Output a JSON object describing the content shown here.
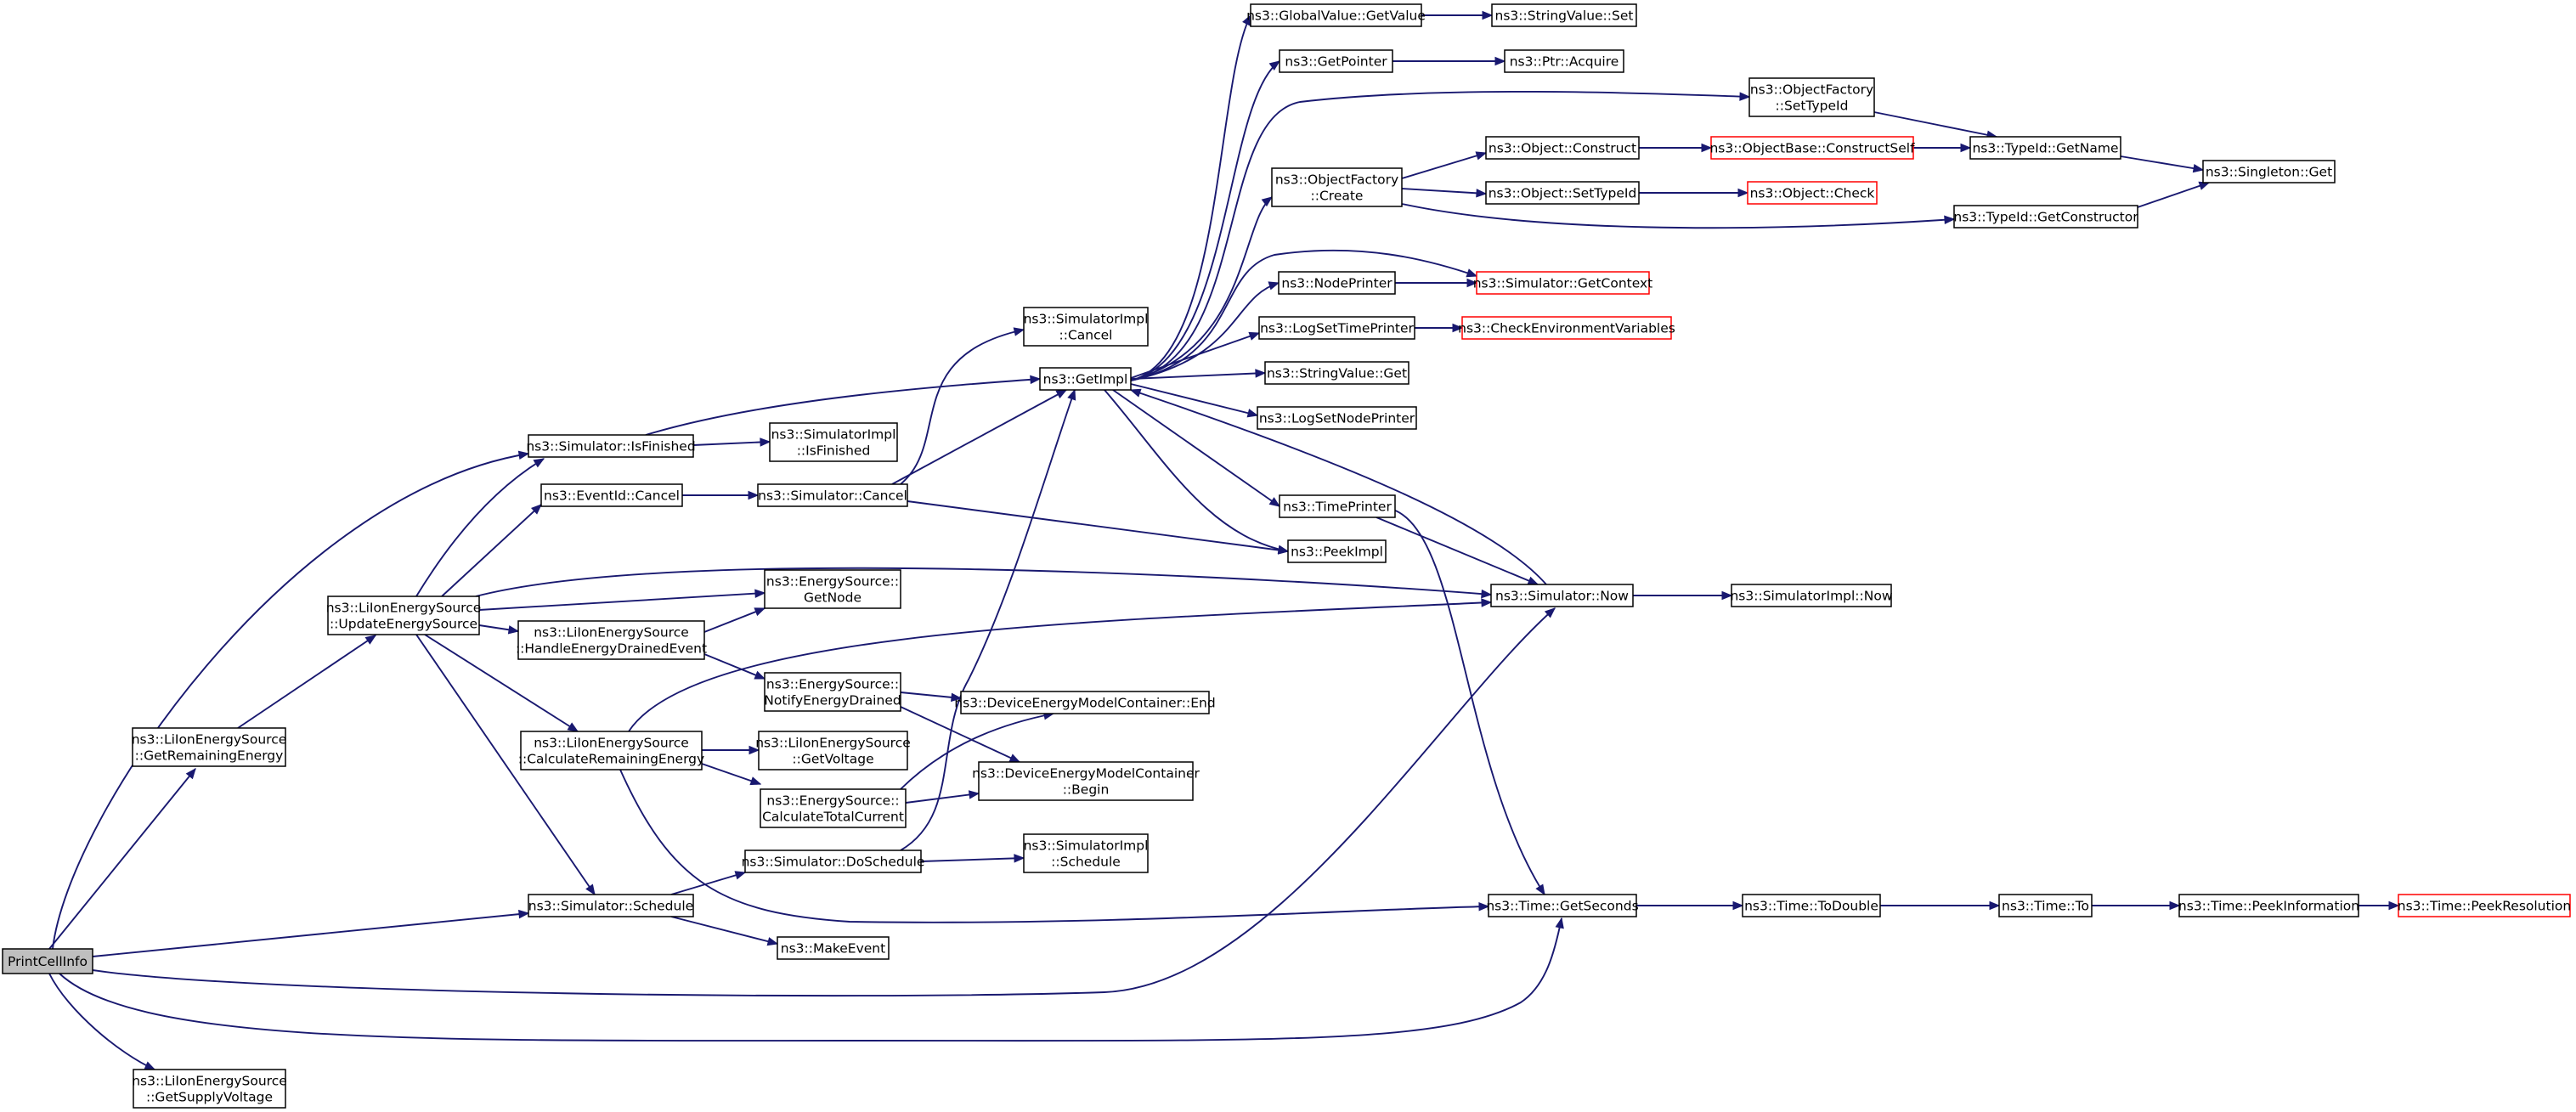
{
  "nodes": {
    "n_print": [
      "PrintCellInfo"
    ],
    "n_getrem": [
      "ns3::LiIonEnergySource",
      "::GetRemainingEnergy"
    ],
    "n_getsup": [
      "ns3::LiIonEnergySource",
      "::GetSupplyVoltage"
    ],
    "n_update": [
      "ns3::LiIonEnergySource",
      "::UpdateEnergySource"
    ],
    "n_isfin": [
      "ns3::Simulator::IsFinished"
    ],
    "n_evcancel": [
      "ns3::EventId::Cancel"
    ],
    "n_handle": [
      "ns3::LiIonEnergySource",
      "::HandleEnergyDrainedEvent"
    ],
    "n_calcrem": [
      "ns3::LiIonEnergySource",
      "::CalculateRemainingEnergy"
    ],
    "n_schedule": [
      "ns3::Simulator::Schedule"
    ],
    "n_siisfin": [
      "ns3::SimulatorImpl",
      "::IsFinished"
    ],
    "n_simcancel": [
      "ns3::Simulator::Cancel"
    ],
    "n_getnode": [
      "ns3::EnergySource::",
      "GetNode"
    ],
    "n_notify": [
      "ns3::EnergySource::",
      "NotifyEnergyDrained"
    ],
    "n_getvolt": [
      "ns3::LiIonEnergySource",
      "::GetVoltage"
    ],
    "n_calctot": [
      "ns3::EnergySource::",
      "CalculateTotalCurrent"
    ],
    "n_dosched": [
      "ns3::Simulator::DoSchedule"
    ],
    "n_makeev": [
      "ns3::MakeEvent"
    ],
    "n_sicancel": [
      "ns3::SimulatorImpl",
      "::Cancel"
    ],
    "n_getimpl": [
      "ns3::GetImpl"
    ],
    "n_end": [
      "ns3::DeviceEnergyModelContainer::End"
    ],
    "n_begin": [
      "ns3::DeviceEnergyModelContainer",
      "::Begin"
    ],
    "n_sisched": [
      "ns3::SimulatorImpl",
      "::Schedule"
    ],
    "n_gvget": [
      "ns3::GlobalValue::GetValue"
    ],
    "n_getptr": [
      "ns3::GetPointer"
    ],
    "n_ofcreate": [
      "ns3::ObjectFactory",
      "::Create"
    ],
    "n_nodepr": [
      "ns3::NodePrinter"
    ],
    "n_logtime": [
      "ns3::LogSetTimePrinter"
    ],
    "n_svget": [
      "ns3::StringValue::Get"
    ],
    "n_lognode": [
      "ns3::LogSetNodePrinter"
    ],
    "n_timepr": [
      "ns3::TimePrinter"
    ],
    "n_peekimpl": [
      "ns3::PeekImpl"
    ],
    "n_simnow": [
      "ns3::Simulator::Now"
    ],
    "n_getsec": [
      "ns3::Time::GetSeconds"
    ],
    "n_svset": [
      "ns3::StringValue::Set"
    ],
    "n_ptracq": [
      "ns3::Ptr::Acquire"
    ],
    "n_objcons": [
      "ns3::Object::Construct"
    ],
    "n_objset": [
      "ns3::Object::SetTypeId"
    ],
    "n_getctx": [
      "ns3::Simulator::GetContext"
    ],
    "n_checkenv": [
      "ns3::CheckEnvironmentVariables"
    ],
    "n_sinow": [
      "ns3::SimulatorImpl::Now"
    ],
    "n_todouble": [
      "ns3::Time::ToDouble"
    ],
    "n_ofset": [
      "ns3::ObjectFactory",
      "::SetTypeId"
    ],
    "n_obconself": [
      "ns3::ObjectBase::ConstructSelf"
    ],
    "n_objcheck": [
      "ns3::Object::Check"
    ],
    "n_getname": [
      "ns3::TypeId::GetName"
    ],
    "n_getcons": [
      "ns3::TypeId::GetConstructor"
    ],
    "n_timeto": [
      "ns3::Time::To"
    ],
    "n_singleton": [
      "ns3::Singleton::Get"
    ],
    "n_peekinfo": [
      "ns3::Time::PeekInformation"
    ],
    "n_peekres": [
      "ns3::Time::PeekResolution"
    ]
  },
  "colors": {
    "edge": "#191970",
    "node_border": "#000000",
    "node_border_truncated": "#ff0000",
    "root_fill": "#bfbfbf"
  }
}
